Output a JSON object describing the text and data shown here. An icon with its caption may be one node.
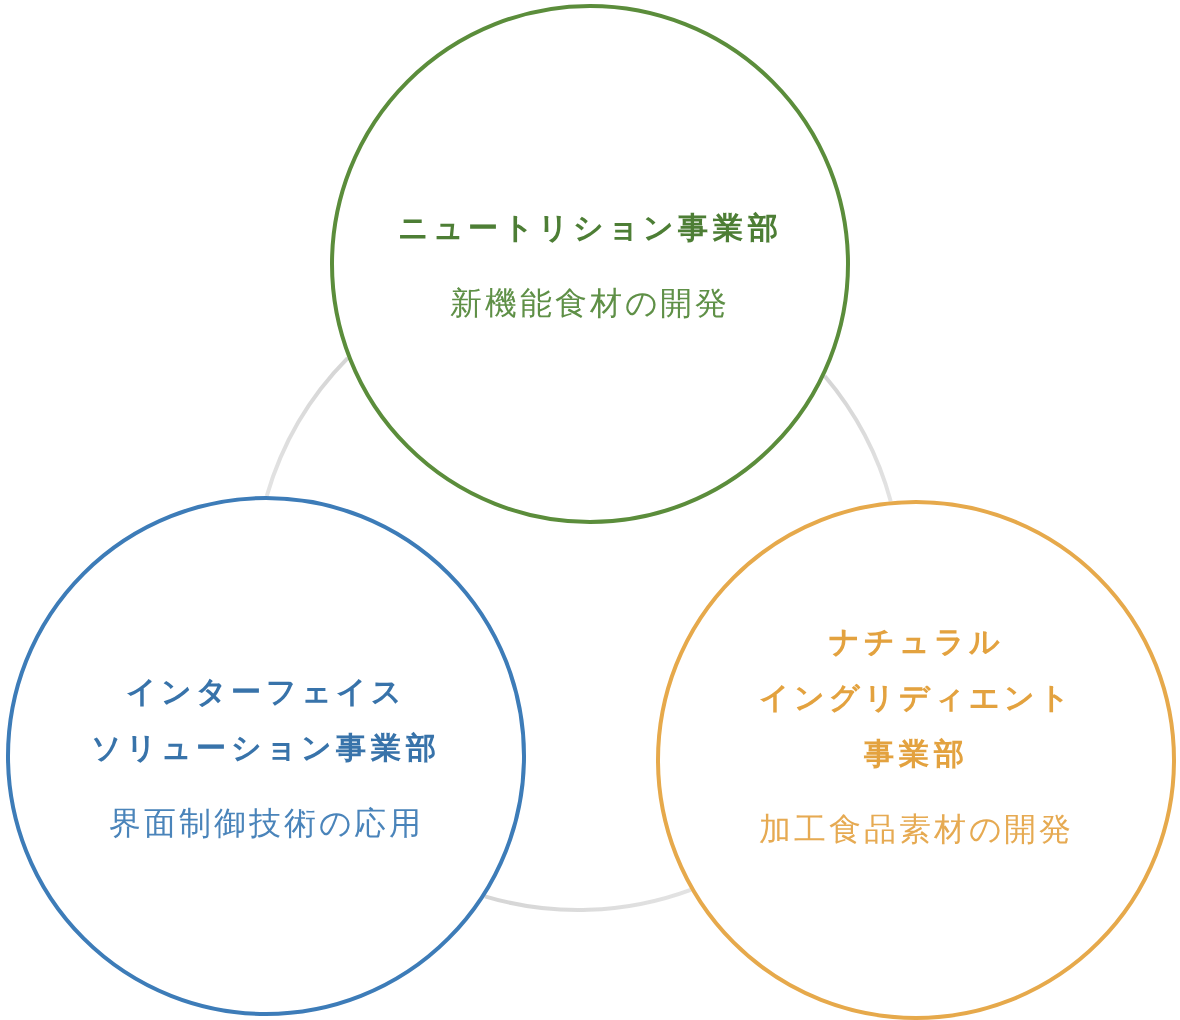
{
  "diagram": {
    "nodes": [
      {
        "text": [
          "ニュートリション事業部",
          "新機能食材の開発"
        ]
      },
      {
        "text": [
          "インターフェイスソリューション事業部",
          "界面制御技術の応用"
        ]
      },
      {
        "text": [
          "ナチュラルイングリディエント事業部",
          "加工食品素材の開発"
        ]
      }
    ],
    "edges": [
      {
        "from": 0,
        "to": 1,
        "arrow": "none"
      },
      {
        "from": 0,
        "to": 2,
        "arrow": "none"
      },
      {
        "from": 1,
        "to": 2,
        "arrow": "none"
      }
    ]
  }
}
